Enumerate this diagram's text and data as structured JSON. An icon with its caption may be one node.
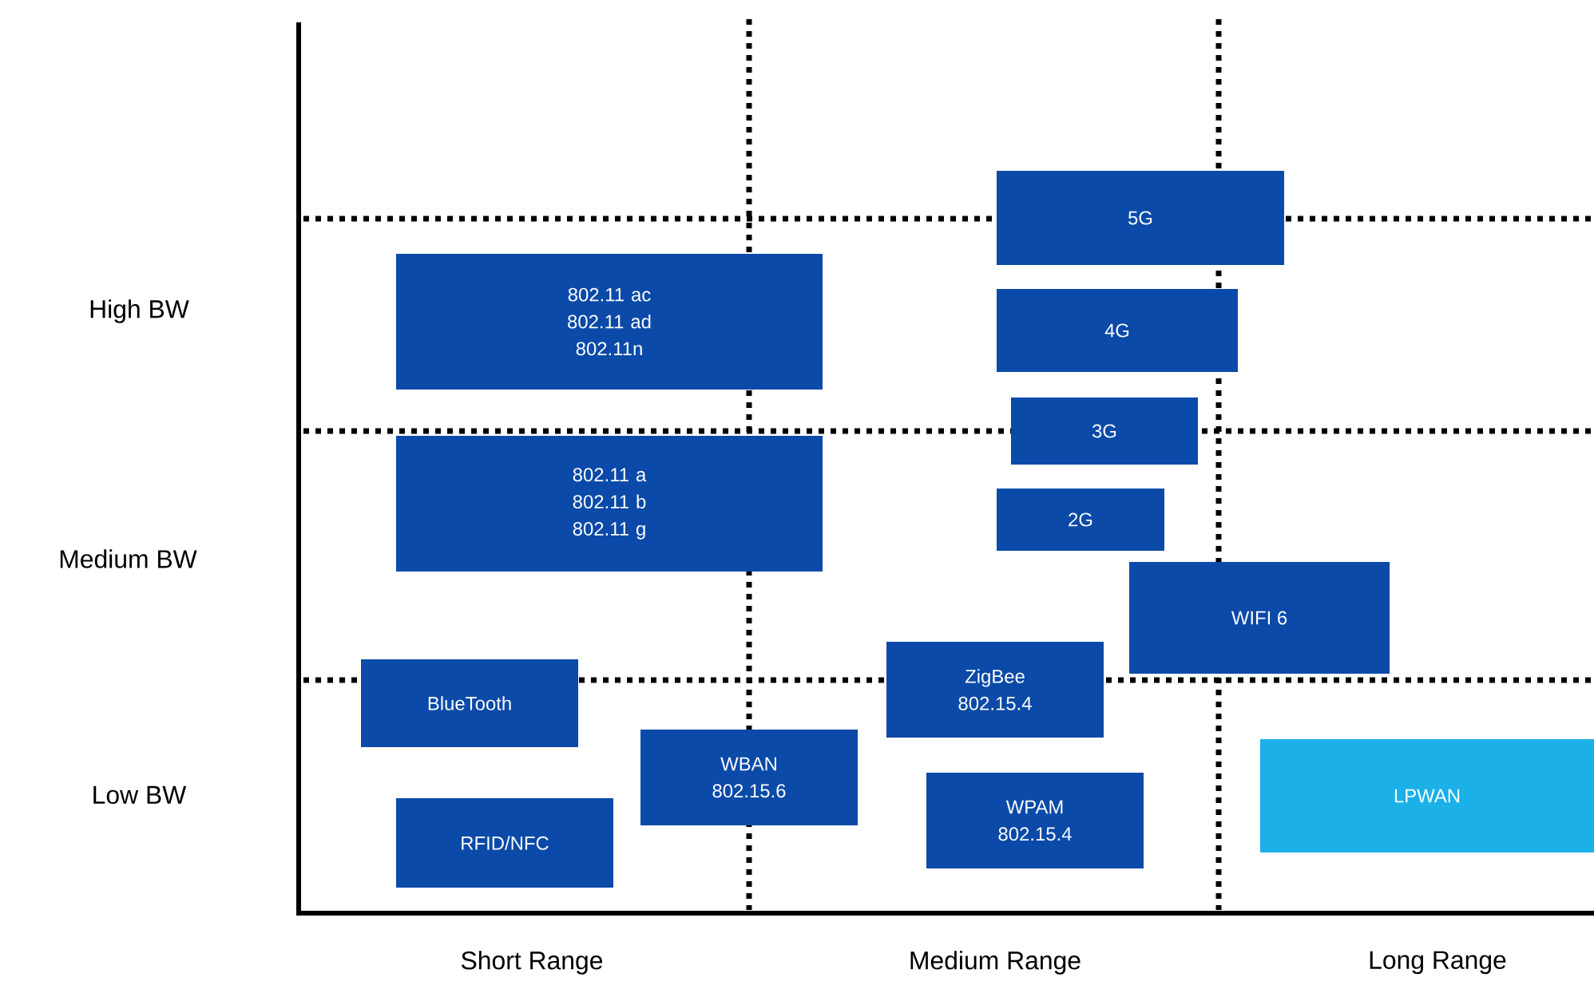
{
  "diagram": {
    "nodes": [
      {
        "text": [
          "802.11 ac 802.11 ad 802.11n"
        ]
      },
      {
        "text": [
          "802.11 a 802.11 b 802.11 g"
        ]
      },
      {
        "text": [
          "5G"
        ]
      },
      {
        "text": [
          "4G"
        ]
      },
      {
        "text": [
          "3G"
        ]
      },
      {
        "text": [
          "2G"
        ]
      },
      {
        "text": [
          "WIFI 6"
        ]
      },
      {
        "text": [
          "BlueTooth"
        ]
      },
      {
        "text": [
          "ZigBee 802.15.4"
        ]
      },
      {
        "text": [
          "WBAN 802.15.6"
        ]
      },
      {
        "text": [
          "WPAM 802.15.4"
        ]
      },
      {
        "text": [
          "RFID/NFC"
        ]
      },
      {
        "text": [
          "LPWAN"
        ]
      }
    ],
    "labels": [
      "High BW",
      "Medium BW",
      "Low BW",
      "Short Range",
      "Medium Range",
      "Long Range"
    ]
  }
}
